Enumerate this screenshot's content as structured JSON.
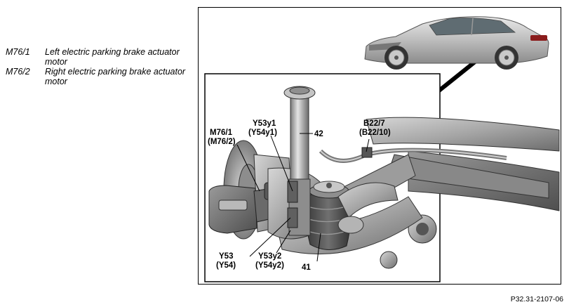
{
  "legend": {
    "items": [
      {
        "code": "M76/1",
        "desc": "Left electric parking brake actuator motor"
      },
      {
        "code": "M76/2",
        "desc": "Right electric parking brake actuator motor"
      }
    ]
  },
  "figure": {
    "callouts": {
      "m76_1": "M76/1",
      "m76_2": "(M76/2)",
      "y53y1": "Y53y1",
      "y54y1": "(Y54y1)",
      "n42": "42",
      "b22_7": "B22/7",
      "b22_10": "(B22/10)",
      "y53": "Y53",
      "y54": "(Y54)",
      "y53y2": "Y53y2",
      "y54y2": "(Y54y2)",
      "n41": "41"
    },
    "id": "P32.31-2107-06"
  }
}
